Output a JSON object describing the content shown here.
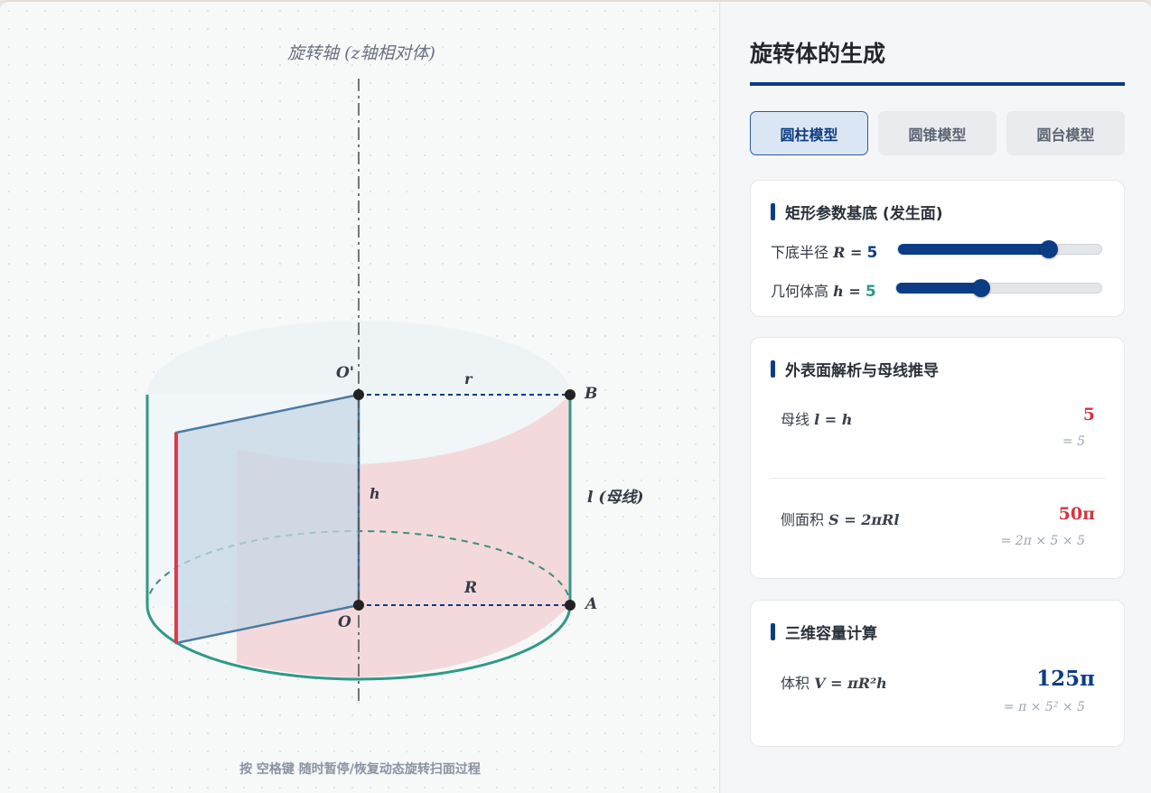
{
  "canvas": {
    "axis_title": "旋转轴 (z轴相对体)",
    "hint": "按 空格键 随时暂停/恢复动态旋转扫面过程",
    "labels": {
      "o_prime": "O'",
      "o": "O",
      "a": "A",
      "b": "B",
      "r_small": "r",
      "r_big": "R",
      "h": "h",
      "generatrix": "l (母线)"
    },
    "colors": {
      "axis": "#555555",
      "teal_edge": "#2e9a86",
      "red_generatrix": "#e03a45",
      "rect_edge": "#4b7aa2",
      "dashed_blue": "#0b3d86",
      "pink_surface": "#f3d7da",
      "rect_fill": "#c5d7e6"
    }
  },
  "panel": {
    "title": "旋转体的生成",
    "tabs": [
      {
        "label": "圆柱模型",
        "active": true
      },
      {
        "label": "圆锥模型",
        "active": false
      },
      {
        "label": "圆台模型",
        "active": false
      }
    ],
    "params_card": {
      "header": "矩形参数基底 (发生面)",
      "radius": {
        "label": "下底半径",
        "symbol": "R =",
        "value": "5",
        "slider_fraction": 0.74,
        "value_color": "#0b3d86"
      },
      "height": {
        "label": "几何体高",
        "symbol": "h =",
        "value": "5",
        "slider_fraction": 0.41,
        "value_color": "#2e9a86"
      }
    },
    "surface_card": {
      "header": "外表面解析与母线推导",
      "generatrix": {
        "label": "母线",
        "formula": "l = h",
        "value": "5",
        "derivation": "= 5"
      },
      "lateral_area": {
        "label": "侧面积",
        "formula": "S = 2πRl",
        "value": "50π",
        "derivation": "= 2π × 5 × 5"
      }
    },
    "volume_card": {
      "header": "三维容量计算",
      "volume": {
        "label": "体积",
        "formula": "V = πR²h",
        "value": "125π",
        "derivation": "= π × 5² × 5"
      }
    },
    "accent": "#0b3d86",
    "value_red": "#d5343f"
  }
}
